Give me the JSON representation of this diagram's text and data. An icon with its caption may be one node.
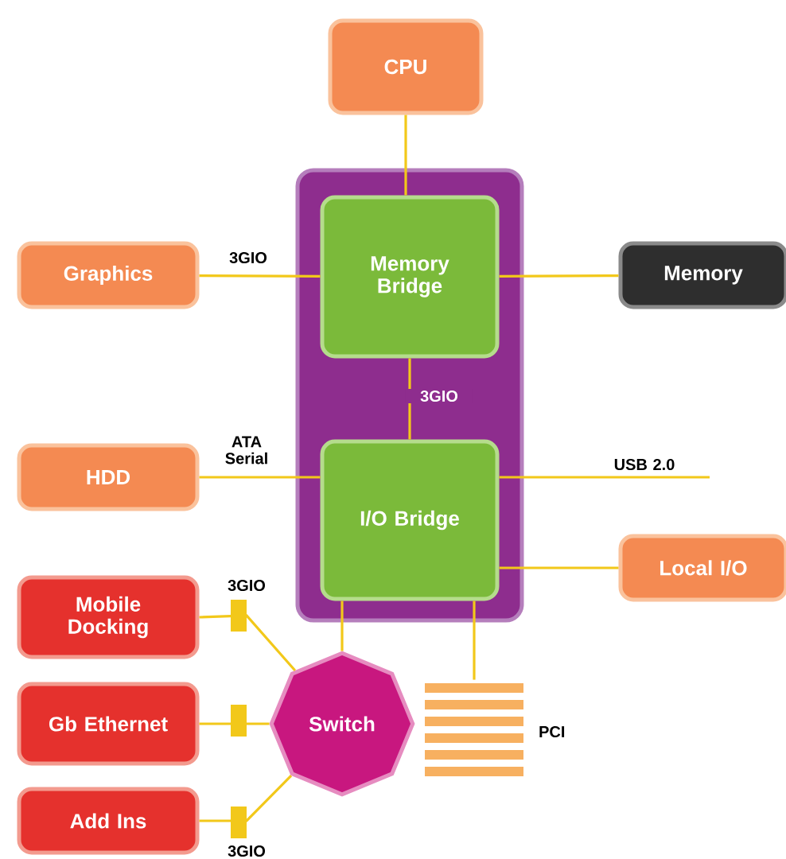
{
  "diagram": {
    "nodes": [
      {
        "text": [
          "CPU"
        ]
      },
      {
        "text": [],
        "shape": "box"
      },
      {
        "text": [
          "Memory Bridge"
        ],
        "in": 1
      },
      {
        "text": [
          "I/O Bridge"
        ],
        "in": 1
      },
      {
        "text": [
          "Graphics"
        ]
      },
      {
        "text": [
          "Memory"
        ]
      },
      {
        "text": [
          "HDD"
        ]
      },
      {
        "text": [
          "Local I/O"
        ]
      },
      {
        "text": [
          "Mobile Docking"
        ]
      },
      {
        "text": [
          "Gb Ethernet"
        ]
      },
      {
        "text": [
          "Add Ins"
        ]
      },
      {
        "text": [
          "Switch"
        ]
      },
      {
        "text": [],
        "shape": "bar",
        "beside": [
          "PCI"
        ]
      }
    ],
    "edges": [
      {
        "from": 0,
        "to": 2,
        "arrow": "none"
      },
      {
        "from": 4,
        "to": 2,
        "arrow": "none",
        "label": "3GIO"
      },
      {
        "from": 2,
        "to": 5,
        "arrow": "none"
      },
      {
        "from": 2,
        "to": 3,
        "arrow": "none",
        "label": "3GIO"
      },
      {
        "from": 6,
        "to": 3,
        "arrow": "none",
        "label": "ATA Serial"
      },
      {
        "from": 3,
        "to": null,
        "arrow": "none",
        "label": "USB 2.0"
      },
      {
        "from": 3,
        "to": 7,
        "arrow": "none"
      },
      {
        "from": 3,
        "to": 11,
        "arrow": "none"
      },
      {
        "from": 3,
        "to": 12,
        "arrow": "none"
      },
      {
        "from": 8,
        "to": 11,
        "arrow": "none",
        "label": "3GIO"
      },
      {
        "from": 9,
        "to": 11,
        "arrow": "none"
      },
      {
        "from": 10,
        "to": 11,
        "arrow": "none",
        "label": "3GIO"
      }
    ]
  }
}
